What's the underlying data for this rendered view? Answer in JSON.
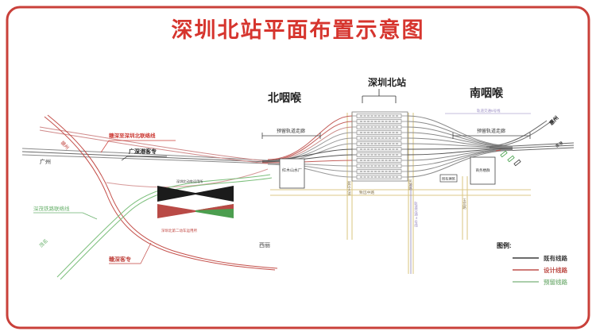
{
  "title": "深圳北站平面布置示意图",
  "colors": {
    "border": "#c9403a",
    "title": "#d6352e",
    "existing_line": "#3b3b3b",
    "design_line": "#bf4f4a",
    "reserved_line": "#8fbe8f",
    "road": "#d9c87e",
    "metro": "#9b8ec4"
  },
  "labels": {
    "north_throat": "北咽喉",
    "station": "深圳北站",
    "south_throat": "南咽喉",
    "corridor_left": "预留轨道走廊",
    "corridor_right": "预留轨道走廊",
    "ganshen_link": "赣深至深圳北联络线",
    "gsg_line": "广深港客专",
    "guangzhou": "广州",
    "ganzhou": "赣州",
    "shenmao_link": "深茂铁路联络线",
    "maoming": "茂名",
    "ganshen_pdl": "赣深客专",
    "xili": "西丽",
    "depot1": "深圳北动车运用所",
    "depot2": "深圳北第二动车运用所",
    "water_plant": "红木山水厂",
    "existing_building": "既有建筑",
    "building_cluster": "商务楼群",
    "road_v1": "新区大道",
    "road_v2": "民塘路",
    "road_v3": "玉龙路",
    "road_h1": "致远中路",
    "metro4": "轨道交通4号线",
    "metro5": "轨道交通5号线",
    "huizhou": "惠州",
    "hongkong": "香港"
  },
  "legend": {
    "title": "图例:",
    "items": [
      {
        "label": "既有线路",
        "color": "#3b3b3b"
      },
      {
        "label": "设计线路",
        "color": "#bf4f4a"
      },
      {
        "label": "预留线路",
        "color": "#8fbe8f"
      }
    ]
  }
}
